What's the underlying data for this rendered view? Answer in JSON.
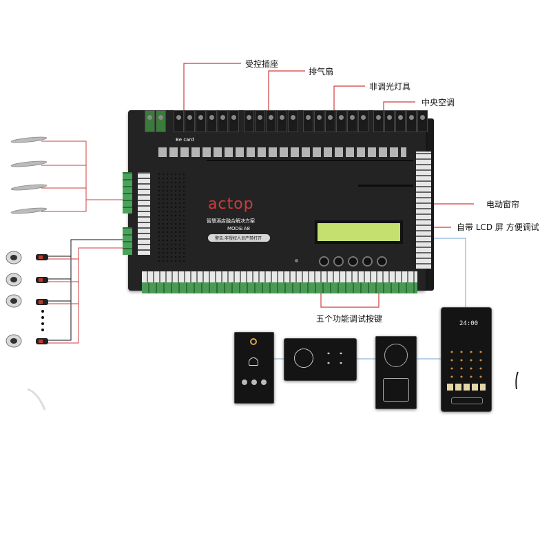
{
  "callouts": {
    "controlled_socket": "受控插座",
    "exhaust_fan": "排气扇",
    "non_dimming_lights": "非调光灯具",
    "central_ac": "中央空调",
    "electric_curtain": "电动窗帘",
    "lcd_screen": "自带 LCD 屏  方便调试",
    "function_buttons": "五个功能调试按键"
  },
  "board": {
    "logo": "actop",
    "subtitle": "智慧酒店融合解决方案",
    "model": "MODE:A8",
    "warning": "警告:非授权人员严禁打开",
    "card_label": "Be card"
  },
  "thermostat": {
    "time": "24:00"
  },
  "colors": {
    "callout_line": "#d23b3b",
    "black_wire": "#111111",
    "blue_wire": "#6fa6d6",
    "lcd": "#c6e070"
  }
}
